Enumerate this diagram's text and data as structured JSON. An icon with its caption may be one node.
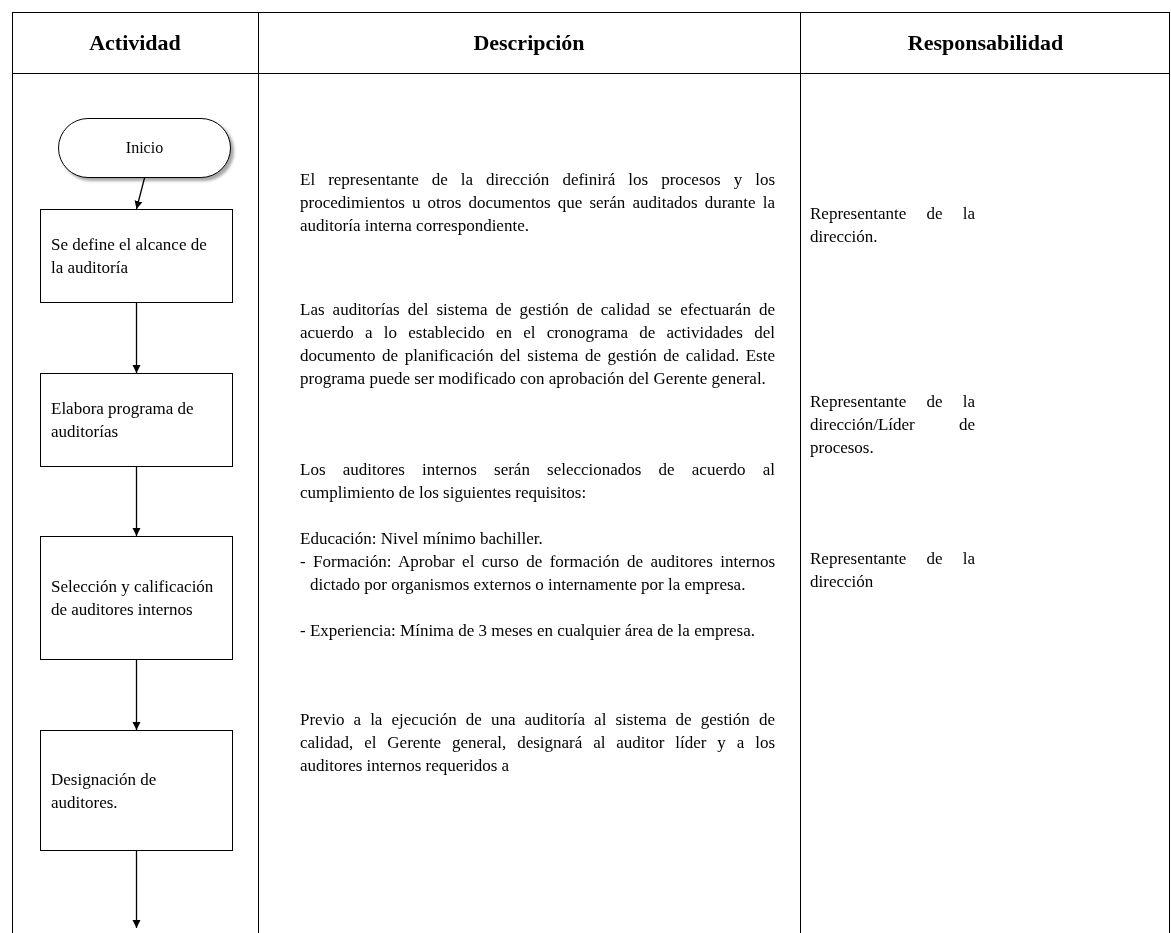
{
  "diagram": {
    "nodes": [
      {
        "text": [
          "Inicio"
        ]
      },
      {
        "text": [
          "Se define el alcance de la auditoría"
        ]
      },
      {
        "text": [
          "Elabora programa de auditorías"
        ]
      },
      {
        "text": [
          "Selección y calificación de auditores internos"
        ]
      },
      {
        "text": [
          "Designación de auditores."
        ]
      }
    ],
    "edges": [
      {
        "from": 0,
        "to": 1,
        "arrow": "to"
      },
      {
        "from": 1,
        "to": 2,
        "arrow": "to"
      },
      {
        "from": 2,
        "to": 3,
        "arrow": "to"
      },
      {
        "from": 3,
        "to": 4,
        "arrow": "to"
      },
      {
        "from": 4,
        "to": null,
        "arrow": "to"
      }
    ],
    "labels": [
      "Actividad",
      "Descripción",
      "Responsabilidad",
      "El representante de la dirección definirá los procesos y los procedimientos u otros documentos que serán auditados durante la auditoría interna correspondiente.",
      "Representante de la dirección.",
      "Las auditorías del sistema de gestión de calidad se efectuarán de acuerdo a lo establecido en el cronograma de actividades del documento de planificación del sistema de gestión de calidad. Este programa puede ser modificado con aprobación del Gerente general.",
      "Representante de la dirección/Líder de procesos.",
      "Los auditores internos serán seleccionados de acuerdo al cumplimiento de los siguientes requisitos:",
      "Educación: Nivel mínimo bachiller.",
      "- Formación: Aprobar el curso de formación de auditores internos dictado por organismos externos o internamente por la empresa.",
      "- Experiencia: Mínima de 3 meses en cualquier área de la empresa.",
      "Representante de la dirección",
      "Previo a la ejecución de una auditoría al sistema de gestión de calidad, el Gerente general, designará al auditor líder y a los auditores internos requeridos a"
    ]
  }
}
